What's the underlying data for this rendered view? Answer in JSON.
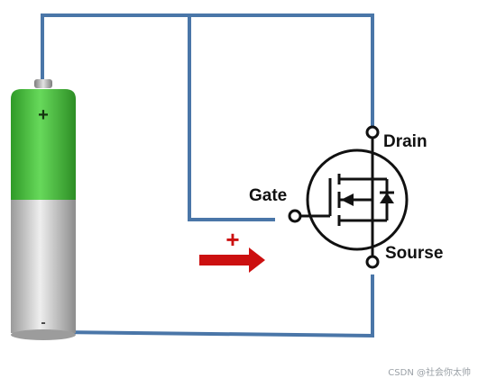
{
  "labels": {
    "drain": "Drain",
    "gate": "Gate",
    "source": "Sourse",
    "battery_positive": "+",
    "battery_negative": "-",
    "arrow_plus": "+"
  },
  "watermark": "CSDN @社会你太帅",
  "colors": {
    "wire": "#4a76a8",
    "battery_top": "#46c03a",
    "battery_bottom": "#b8b8b8",
    "arrow": "#cc1010",
    "symbol": "#111111"
  }
}
